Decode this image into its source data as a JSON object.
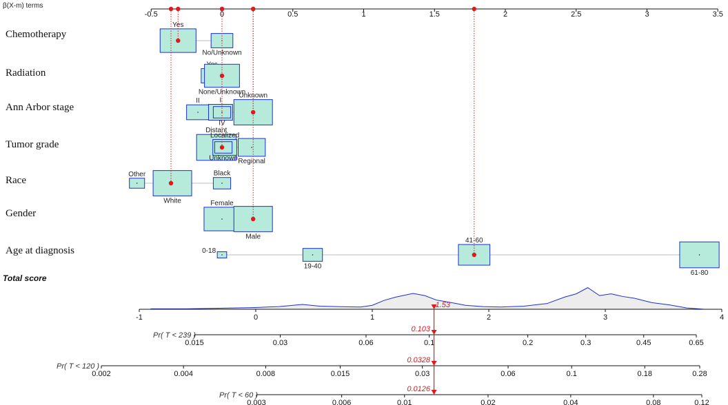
{
  "chart_data": {
    "type": "nomogram",
    "title": "β(X-m) terms",
    "top_axis": {
      "ticks": [
        -0.5,
        0,
        0.5,
        1,
        1.5,
        2,
        2.5,
        3,
        3.5
      ],
      "labels": [
        "-0.5",
        "0",
        "0.5",
        "1",
        "1.5",
        "2",
        "2.5",
        "3",
        "3.5"
      ]
    },
    "variables": [
      {
        "name": "Chemotherapy",
        "levels": [
          {
            "label": "Yes",
            "beta": -0.31,
            "weight": 0.72,
            "label_pos": "above"
          },
          {
            "label": "No/Unknown",
            "beta": 0.0,
            "weight": 0.4,
            "label_pos": "below"
          }
        ],
        "selected_beta": -0.31
      },
      {
        "name": "Radiation",
        "levels": [
          {
            "label": "Yes",
            "beta": -0.07,
            "weight": 0.4,
            "label_pos": "above"
          },
          {
            "label": "None/Unknown",
            "beta": 0.0,
            "weight": 0.7,
            "label_pos": "below"
          }
        ],
        "selected_beta": 0.0
      },
      {
        "name": "Ann Arbor stage",
        "levels": [
          {
            "label": "II",
            "beta": -0.17,
            "weight": 0.42,
            "label_pos": "above"
          },
          {
            "label": "I",
            "beta": -0.01,
            "weight": 0.45,
            "label_pos": "above"
          },
          {
            "label": "IV",
            "beta": 0.0,
            "weight": 0.3,
            "label_pos": "below"
          },
          {
            "label": "Unknown",
            "beta": 0.22,
            "weight": 0.78,
            "label_pos": "above"
          }
        ],
        "selected_beta": 0.22
      },
      {
        "name": "Tumor grade",
        "levels": [
          {
            "label": "Distant",
            "beta": -0.04,
            "weight": 0.8,
            "label_pos": "above"
          },
          {
            "label": "Localized",
            "beta": 0.02,
            "weight": 0.45,
            "label_pos": "above"
          },
          {
            "label": "Unknown",
            "beta": 0.01,
            "weight": 0.3,
            "label_pos": "below"
          },
          {
            "label": "Regional",
            "beta": 0.21,
            "weight": 0.52,
            "label_pos": "below"
          }
        ],
        "selected_beta": 0.0
      },
      {
        "name": "Race",
        "levels": [
          {
            "label": "Other",
            "beta": -0.6,
            "weight": 0.25,
            "label_pos": "above"
          },
          {
            "label": "White",
            "beta": -0.35,
            "weight": 0.78,
            "label_pos": "below"
          },
          {
            "label": "Black",
            "beta": 0.0,
            "weight": 0.3,
            "label_pos": "above"
          }
        ],
        "selected_beta": -0.36
      },
      {
        "name": "Gender",
        "levels": [
          {
            "label": "Female",
            "beta": 0.0,
            "weight": 0.72,
            "label_pos": "above"
          },
          {
            "label": "Male",
            "beta": 0.22,
            "weight": 0.78,
            "label_pos": "below"
          }
        ],
        "selected_beta": 0.22
      },
      {
        "name": "Age at diagnosis",
        "levels": [
          {
            "label": "0-18",
            "beta": 0.0,
            "weight": 0.12,
            "label_pos": "above-left"
          },
          {
            "label": "19-40",
            "beta": 0.64,
            "weight": 0.35,
            "label_pos": "below"
          },
          {
            "label": "41-60",
            "beta": 1.78,
            "weight": 0.62,
            "label_pos": "above"
          },
          {
            "label": "61-80",
            "beta": 3.37,
            "weight": 0.8,
            "label_pos": "below"
          }
        ],
        "selected_beta": 1.78
      }
    ],
    "total_score": {
      "label": "Total score",
      "ticks": [
        -1,
        0,
        1,
        2,
        3,
        4
      ],
      "labels": [
        "-1",
        "0",
        "1",
        "2",
        "3",
        "4"
      ],
      "value": 1.53,
      "value_label": "1.53",
      "density": [
        [
          -0.9,
          0.02
        ],
        [
          -0.6,
          0.02
        ],
        [
          -0.4,
          0.04
        ],
        [
          -0.2,
          0.06
        ],
        [
          0.0,
          0.08
        ],
        [
          0.2,
          0.12
        ],
        [
          0.4,
          0.22
        ],
        [
          0.55,
          0.14
        ],
        [
          0.7,
          0.12
        ],
        [
          0.9,
          0.1
        ],
        [
          1.0,
          0.18
        ],
        [
          1.1,
          0.4
        ],
        [
          1.2,
          0.55
        ],
        [
          1.35,
          0.72
        ],
        [
          1.45,
          0.62
        ],
        [
          1.55,
          0.42
        ],
        [
          1.7,
          0.28
        ],
        [
          1.8,
          0.18
        ],
        [
          1.95,
          0.12
        ],
        [
          2.1,
          0.1
        ],
        [
          2.3,
          0.14
        ],
        [
          2.5,
          0.26
        ],
        [
          2.65,
          0.55
        ],
        [
          2.75,
          0.7
        ],
        [
          2.85,
          0.98
        ],
        [
          2.95,
          0.62
        ],
        [
          3.05,
          0.7
        ],
        [
          3.15,
          0.58
        ],
        [
          3.25,
          0.5
        ],
        [
          3.4,
          0.3
        ],
        [
          3.55,
          0.2
        ],
        [
          3.7,
          0.06
        ],
        [
          3.85,
          0.0
        ]
      ]
    },
    "probability_axes": [
      {
        "label": "Pr( T < 239 )",
        "value": 0.103,
        "value_label": "0.103",
        "ticks": [
          0.015,
          0.03,
          0.06,
          0.1,
          0.2,
          0.3,
          0.45,
          0.65
        ],
        "labels": [
          "0.015",
          "0.03",
          "0.06",
          "0.1",
          "0.2",
          "0.3",
          "0.45",
          "0.65"
        ]
      },
      {
        "label": "Pr( T < 120 )",
        "value": 0.0328,
        "value_label": "0.0328",
        "ticks": [
          0.002,
          0.004,
          0.008,
          0.015,
          0.03,
          0.06,
          0.1,
          0.18,
          0.28
        ],
        "labels": [
          "0.002",
          "0.004",
          "0.008",
          "0.015",
          "0.03",
          "0.06",
          "0.1",
          "0.18",
          "0.28"
        ]
      },
      {
        "label": "Pr( T < 60 )",
        "value": 0.0126,
        "value_label": "0.0126",
        "ticks": [
          0.003,
          0.006,
          0.01,
          0.02,
          0.04,
          0.08,
          0.12
        ],
        "labels": [
          "0.003",
          "0.006",
          "0.01",
          "0.02",
          "0.04",
          "0.08",
          "0.12"
        ]
      }
    ],
    "colors": {
      "box_fill": "#b6eadb",
      "box_stroke": "#1b2fd0",
      "marker": "#e0191c",
      "density_fill": "#ededed",
      "density_stroke": "#1b2fd0",
      "axis": "#111111"
    }
  }
}
